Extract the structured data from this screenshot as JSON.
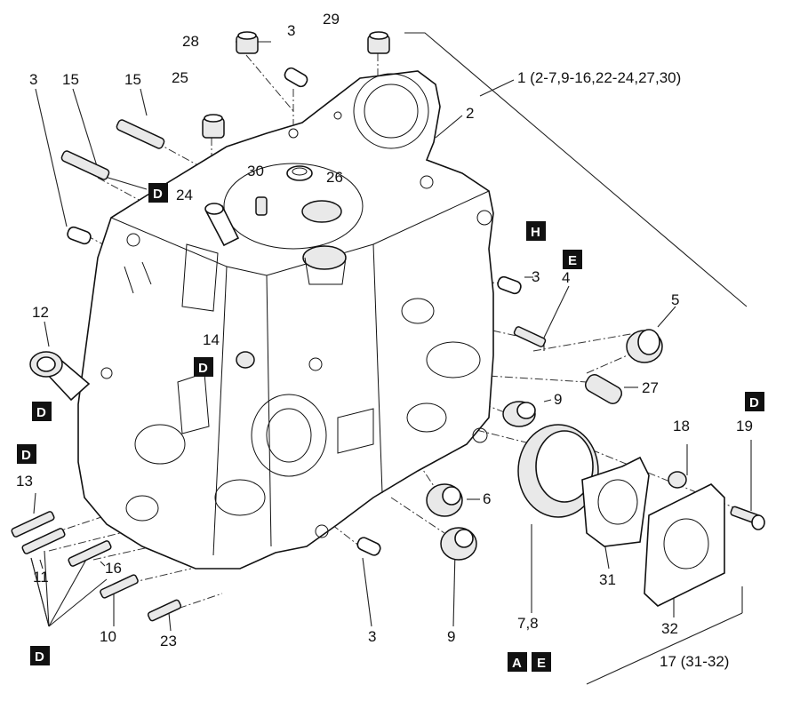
{
  "diagram": {
    "kind": "exploded parts view",
    "part_labels": [
      {
        "id": "p28",
        "text": "28"
      },
      {
        "id": "p29",
        "text": "29"
      },
      {
        "id": "p3a",
        "text": "3"
      },
      {
        "id": "p1",
        "text": "1 (2-7,9-16,22-24,27,30)"
      },
      {
        "id": "p3b",
        "text": "3"
      },
      {
        "id": "p15a",
        "text": "15"
      },
      {
        "id": "p15b",
        "text": "15"
      },
      {
        "id": "p25",
        "text": "25"
      },
      {
        "id": "p2",
        "text": "2"
      },
      {
        "id": "p30",
        "text": "30"
      },
      {
        "id": "p26",
        "text": "26"
      },
      {
        "id": "p24",
        "text": "24"
      },
      {
        "id": "p3c",
        "text": "3"
      },
      {
        "id": "p4",
        "text": "4"
      },
      {
        "id": "p5",
        "text": "5"
      },
      {
        "id": "p12",
        "text": "12"
      },
      {
        "id": "p14",
        "text": "14"
      },
      {
        "id": "p27",
        "text": "27"
      },
      {
        "id": "p9a",
        "text": "9"
      },
      {
        "id": "p18",
        "text": "18"
      },
      {
        "id": "p19",
        "text": "19"
      },
      {
        "id": "p13",
        "text": "13"
      },
      {
        "id": "p6",
        "text": "6"
      },
      {
        "id": "p11",
        "text": "11"
      },
      {
        "id": "p16",
        "text": "16"
      },
      {
        "id": "p31",
        "text": "31"
      },
      {
        "id": "p10",
        "text": "10"
      },
      {
        "id": "p23",
        "text": "23"
      },
      {
        "id": "p3d",
        "text": "3"
      },
      {
        "id": "p9b",
        "text": "9"
      },
      {
        "id": "p78",
        "text": "7,8"
      },
      {
        "id": "p32",
        "text": "32"
      },
      {
        "id": "p17",
        "text": "17 (31-32)"
      }
    ],
    "badges": [
      {
        "id": "bD1",
        "letter": "D"
      },
      {
        "id": "bH",
        "letter": "H"
      },
      {
        "id": "bE1",
        "letter": "E"
      },
      {
        "id": "bD2",
        "letter": "D"
      },
      {
        "id": "bD3",
        "letter": "D"
      },
      {
        "id": "bD4",
        "letter": "D"
      },
      {
        "id": "bD5",
        "letter": "D"
      },
      {
        "id": "bA",
        "letter": "A"
      },
      {
        "id": "bE2",
        "letter": "E"
      },
      {
        "id": "bD6",
        "letter": "D"
      }
    ],
    "colors": {
      "ink": "#111111",
      "badge_bg": "#111111",
      "badge_text": "#ffffff",
      "background": "#ffffff"
    }
  }
}
